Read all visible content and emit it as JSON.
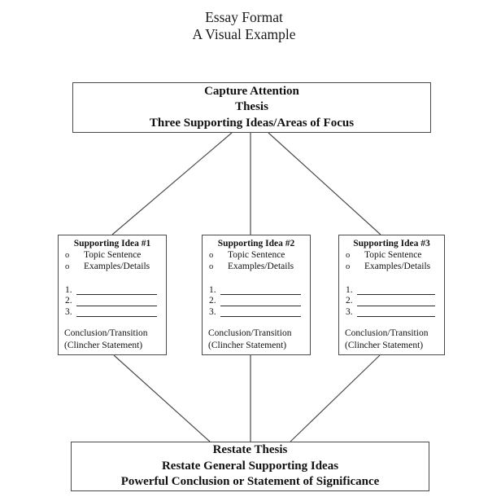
{
  "title": {
    "line1": "Essay Format",
    "line2": "A Visual Example"
  },
  "top_box": {
    "line1": "Capture Attention",
    "line2": "Thesis",
    "line3": "Three Supporting Ideas/Areas of Focus"
  },
  "bullet_marker": "o",
  "supporting_boxes": [
    {
      "heading": "Supporting Idea #1",
      "bullets": [
        "Topic Sentence",
        "Examples/Details"
      ],
      "numbered_labels": [
        "1.",
        "2.",
        "3."
      ],
      "footer": [
        "Conclusion/Transition",
        "(Clincher Statement)"
      ]
    },
    {
      "heading": "Supporting Idea #2",
      "bullets": [
        "Topic Sentence",
        "Examples/Details"
      ],
      "numbered_labels": [
        "1.",
        "2.",
        "3."
      ],
      "footer": [
        "Conclusion/Transition",
        "(Clincher Statement)"
      ]
    },
    {
      "heading": "Supporting Idea #3",
      "bullets": [
        "Topic Sentence",
        "Examples/Details"
      ],
      "numbered_labels": [
        "1.",
        "2.",
        "3."
      ],
      "footer": [
        "Conclusion/Transition",
        "(Clincher Statement)"
      ]
    }
  ],
  "bottom_box": {
    "line1": "Restate Thesis",
    "line2": "Restate General Supporting Ideas",
    "line3": "Powerful Conclusion or Statement of Significance"
  },
  "colors": {
    "box_border": "#4a4a4a",
    "connector": "#4a4a4a",
    "text": "#111111",
    "background": "#ffffff"
  }
}
